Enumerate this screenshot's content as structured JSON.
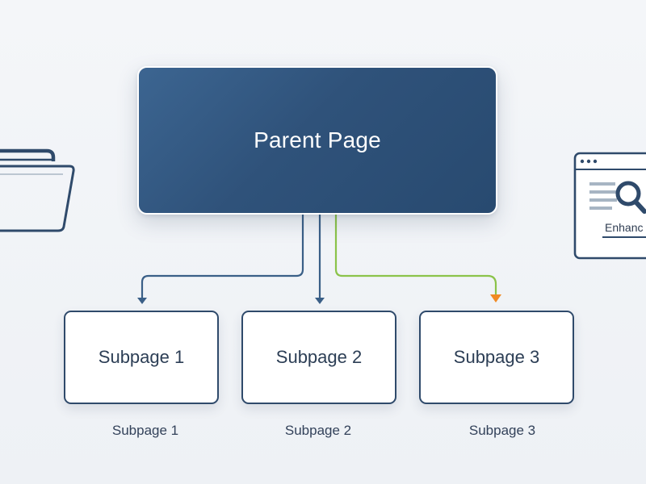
{
  "parent": {
    "title": "Parent Page"
  },
  "subpages": [
    {
      "title": "Subpage 1",
      "caption": "Subpage 1"
    },
    {
      "title": "Subpage 2",
      "caption": "Subpage 2"
    },
    {
      "title": "Subpage 3",
      "caption": "Subpage 3"
    }
  ],
  "browser_widget": {
    "label": "Enhanc"
  },
  "icons": {
    "left": "folder-icon",
    "right": "browser-search-icon"
  },
  "colors": {
    "parent_fill": "#2f527a",
    "node_border": "#2f4a6b",
    "connector_default": "#3a5f87",
    "connector_highlight": "#8bc34a",
    "arrow_highlight": "#f08a24"
  }
}
